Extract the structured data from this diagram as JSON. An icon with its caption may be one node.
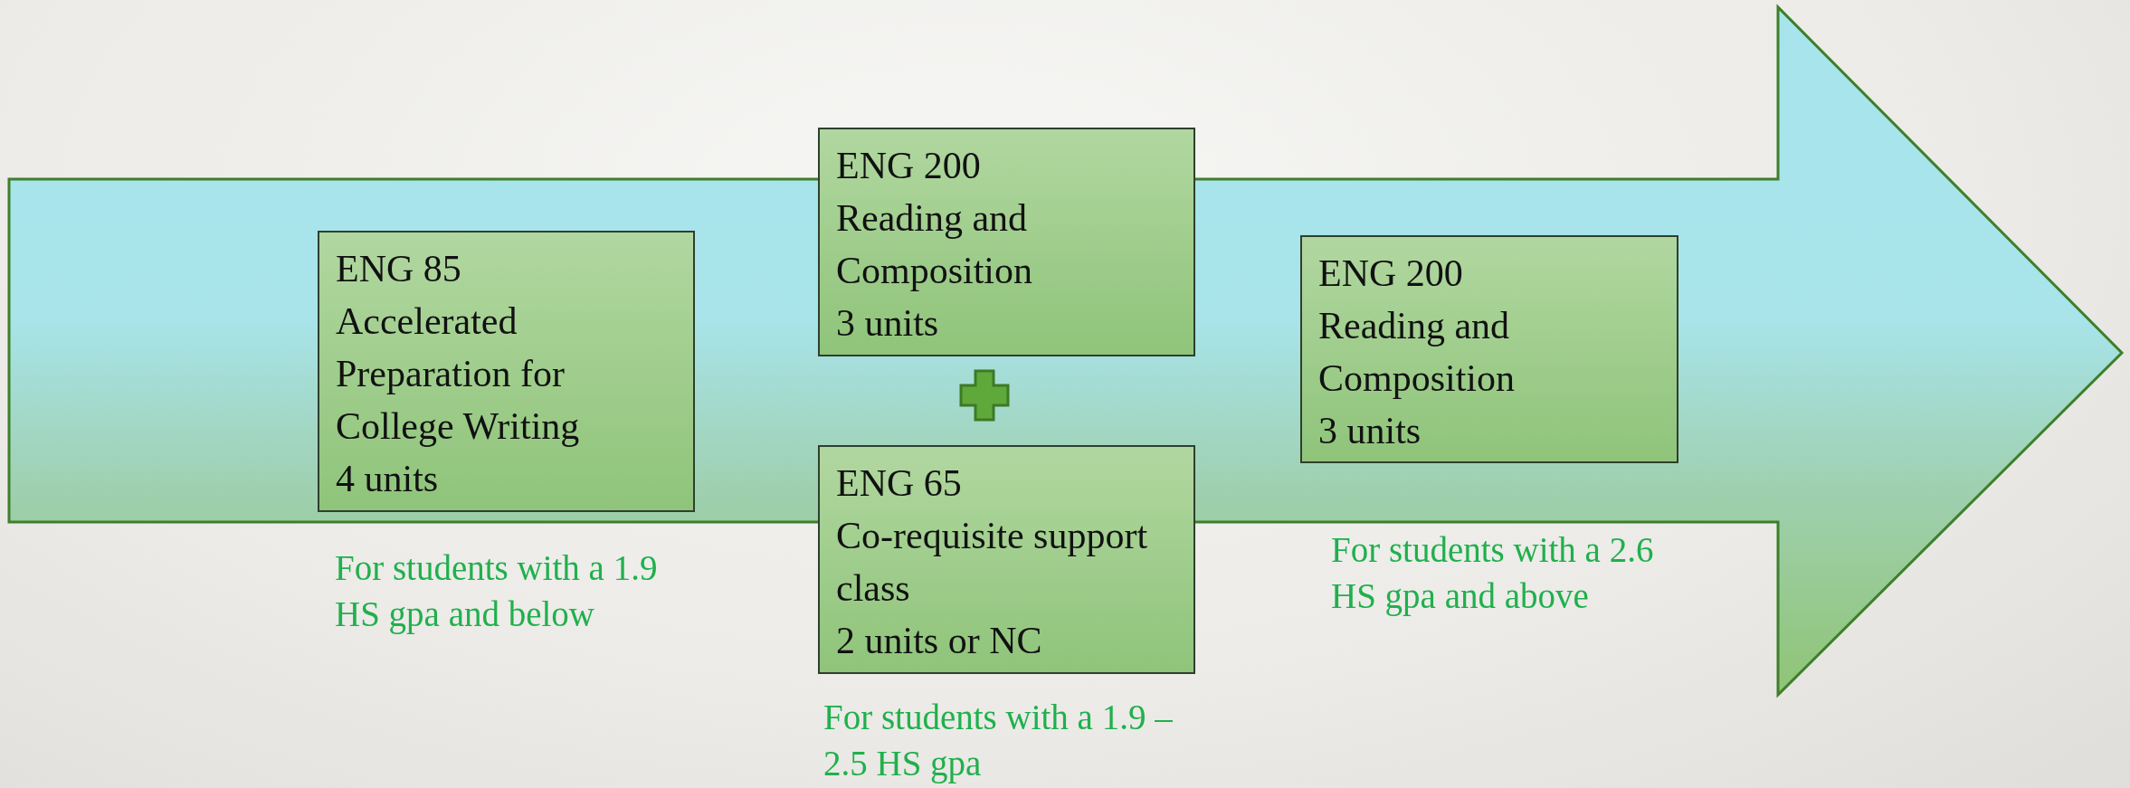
{
  "diagram": {
    "nodes": [
      {
        "text": [
          "ENG 85",
          "Accelerated Preparation for College Writing",
          "4 units"
        ],
        "beside": [
          "For students with a 1.9 HS gpa and below"
        ]
      },
      {
        "text": [
          "ENG 200",
          "Reading and Composition",
          "3 units"
        ]
      },
      {
        "text": [
          "ENG 65",
          "Co-requisite support class",
          "2 units or NC"
        ],
        "beside": [
          "For students with a 1.9 – 2.5 HS gpa"
        ]
      },
      {
        "text": [
          "ENG 200",
          "Reading and Composition",
          "3 units"
        ],
        "beside": [
          "For students with a 2.6 HS gpa and above"
        ]
      }
    ],
    "edges": []
  }
}
